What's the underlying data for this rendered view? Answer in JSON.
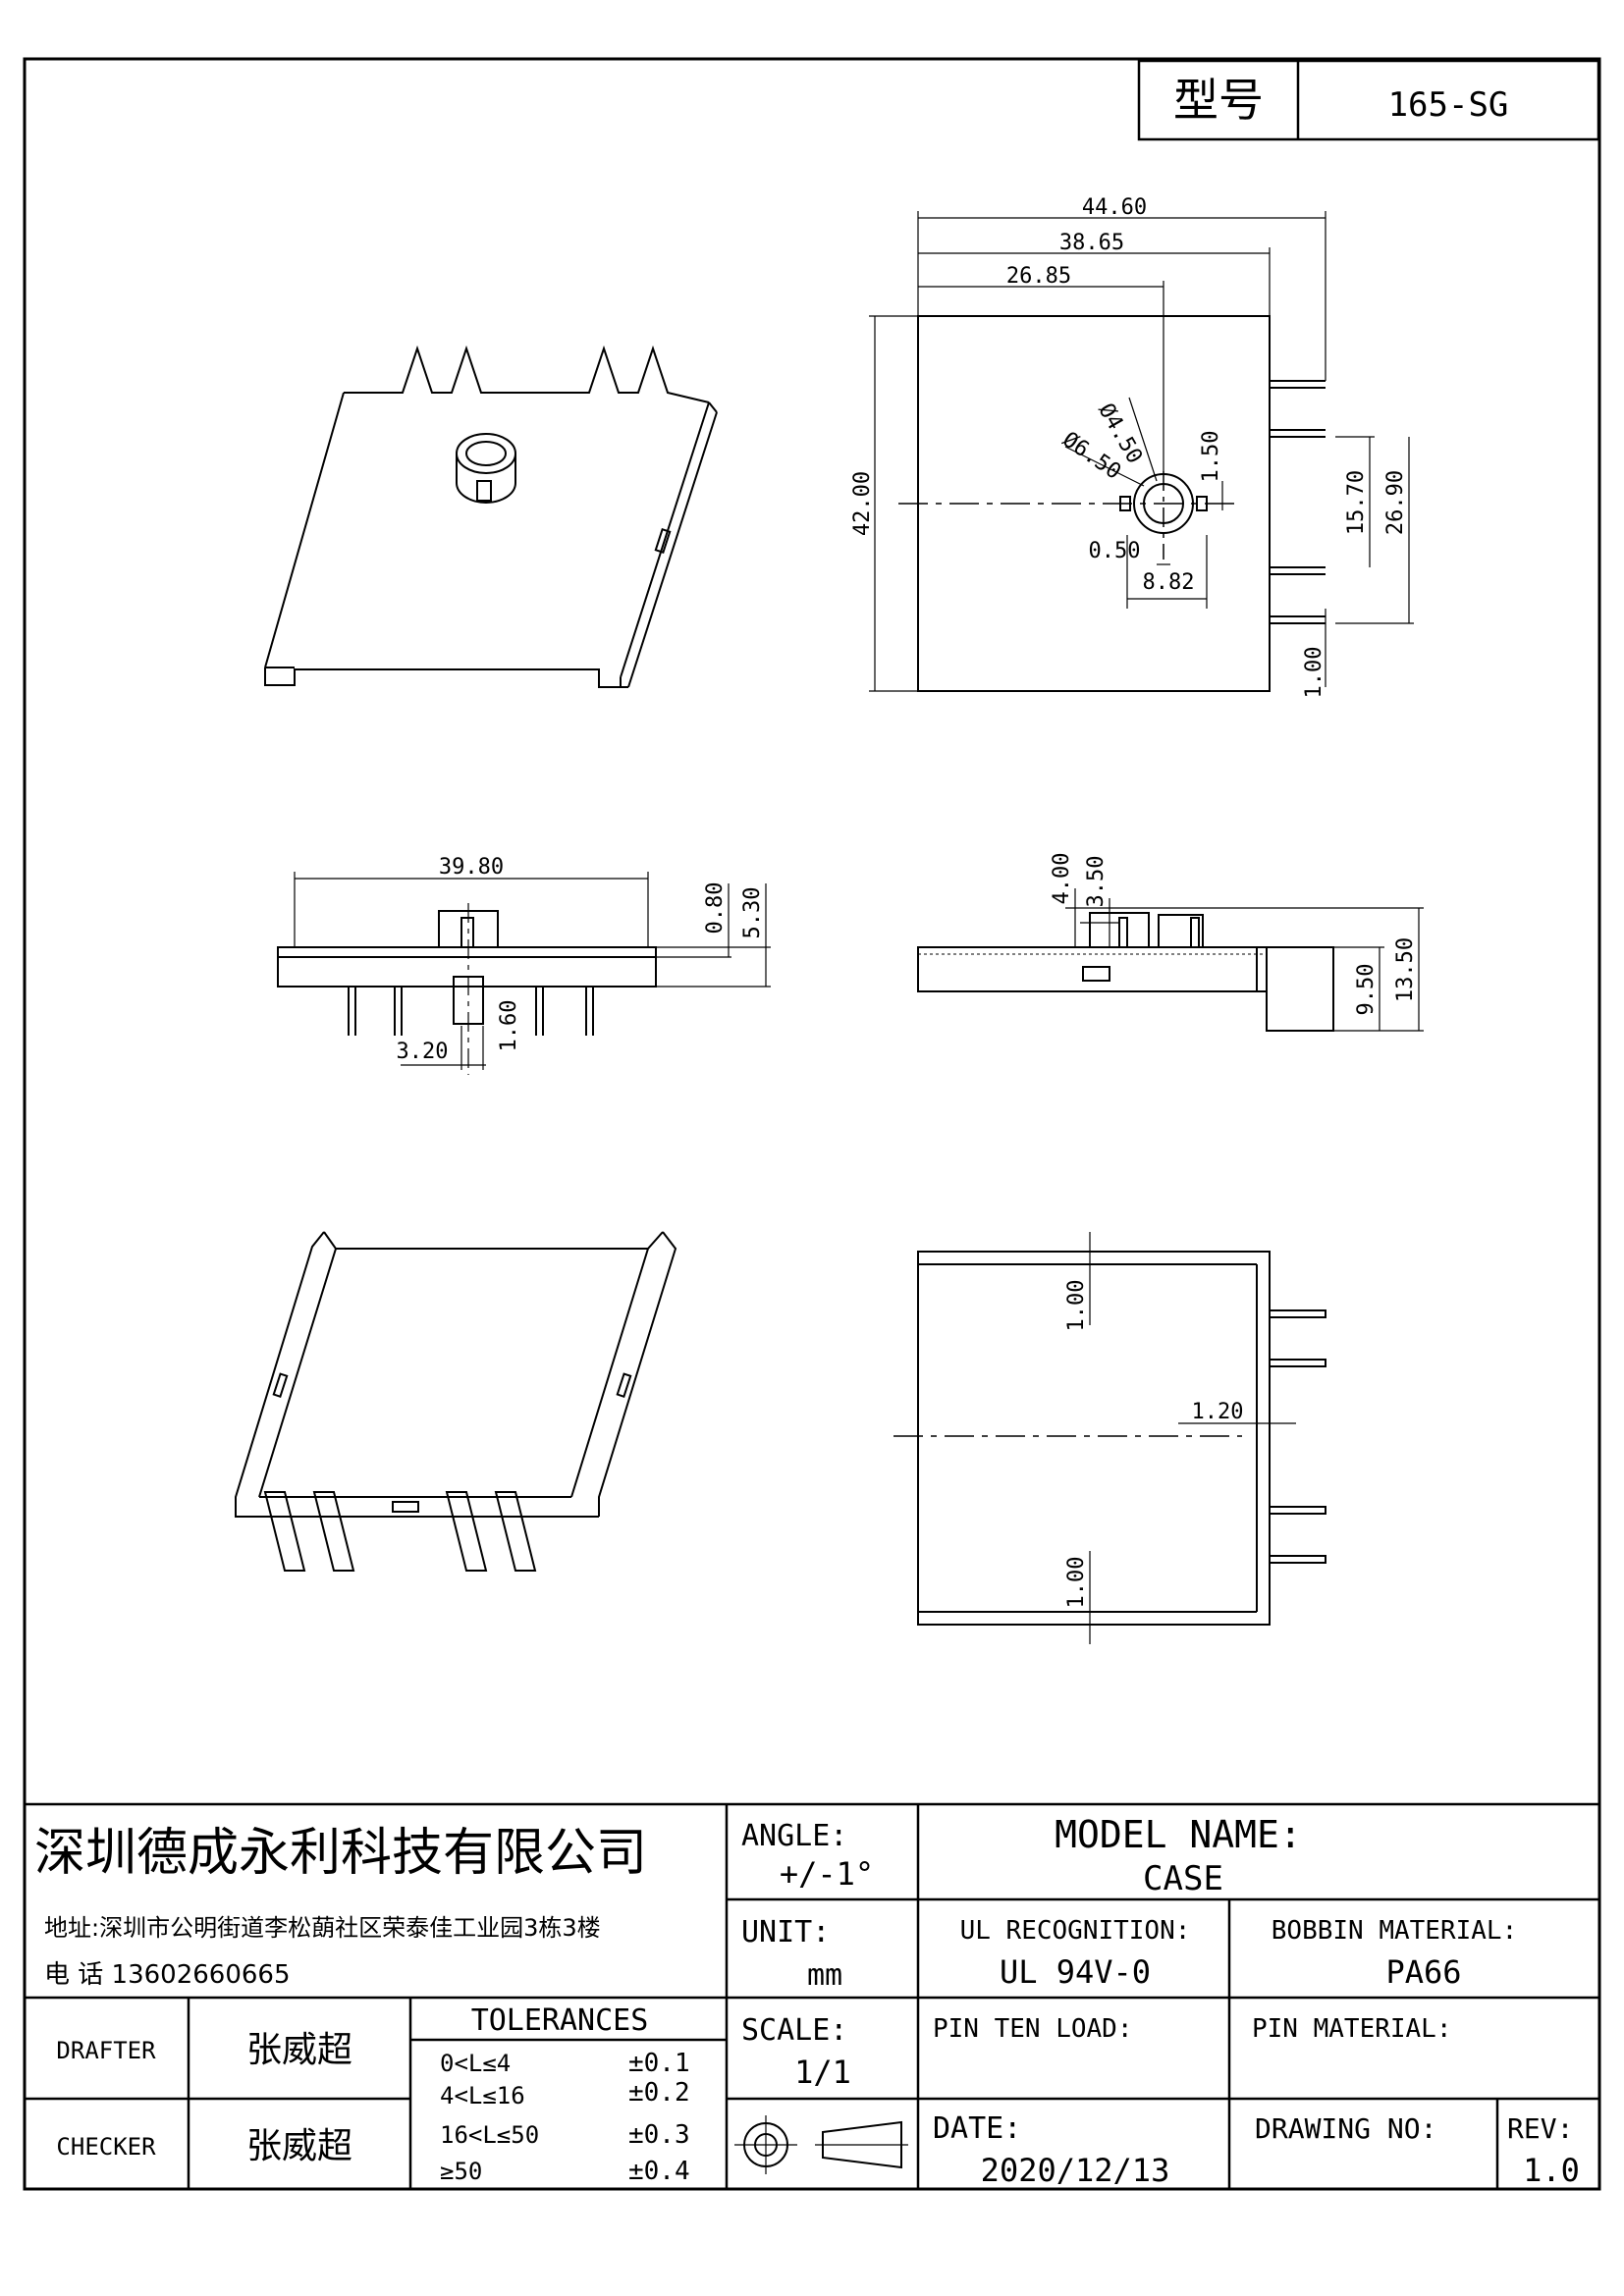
{
  "model_box": {
    "label": "型号",
    "value": "165-SG"
  },
  "dims": {
    "top": {
      "w1": "44.60",
      "w2": "38.65",
      "w3": "26.85",
      "h": "42.00",
      "d1": "Ø4.50",
      "d2": "Ø6.50",
      "v1": "1.50",
      "s1": "0.50",
      "s2": "8.82",
      "p1": "15.70",
      "p2": "26.90",
      "p3": "1.00"
    },
    "front": {
      "w": "39.80",
      "h1": "0.80",
      "h2": "5.30",
      "b1": "3.20",
      "b2": "1.60"
    },
    "side": {
      "a": "4.00",
      "b": "3.50",
      "c": "9.50",
      "d": "13.50"
    },
    "bottom": {
      "t1": "1.00",
      "t2": "1.20",
      "t3": "1.00"
    }
  },
  "title_block": {
    "company": "深圳德成永利科技有限公司",
    "address": "地址:深圳市公明街道李松蓢社区荣泰佳工业园3栋3楼",
    "phone": "电 话 13602660665",
    "angle_label": "ANGLE:",
    "angle_value": "+/-1°",
    "unit_label": "UNIT:",
    "unit_value": "mm",
    "scale_label": "SCALE:",
    "scale_value": "1/1",
    "model_name_label": "MODEL NAME:",
    "model_name_value": "CASE",
    "ul_label": "UL RECOGNITION:",
    "ul_value": "UL 94V-0",
    "bobbin_label": "BOBBIN MATERIAL:",
    "bobbin_value": "PA66",
    "pin_load_label": "PIN TEN LOAD:",
    "pin_material_label": "PIN MATERIAL:",
    "date_label": "DATE:",
    "date_value": "2020/12/13",
    "drawing_no_label": "DRAWING NO:",
    "rev_label": "REV:",
    "rev_value": "1.0",
    "drafter_label": "DRAFTER",
    "drafter_name": "张威超",
    "checker_label": "CHECKER",
    "checker_name": "张威超",
    "tol_title": "TOLERANCES",
    "tolerances": [
      {
        "range": "0<L≤4",
        "value": "±0.1"
      },
      {
        "range": "4<L≤16",
        "value": "±0.2"
      },
      {
        "range": "16<L≤50",
        "value": "±0.3"
      },
      {
        "range": "≥50",
        "value": "±0.4"
      }
    ]
  }
}
